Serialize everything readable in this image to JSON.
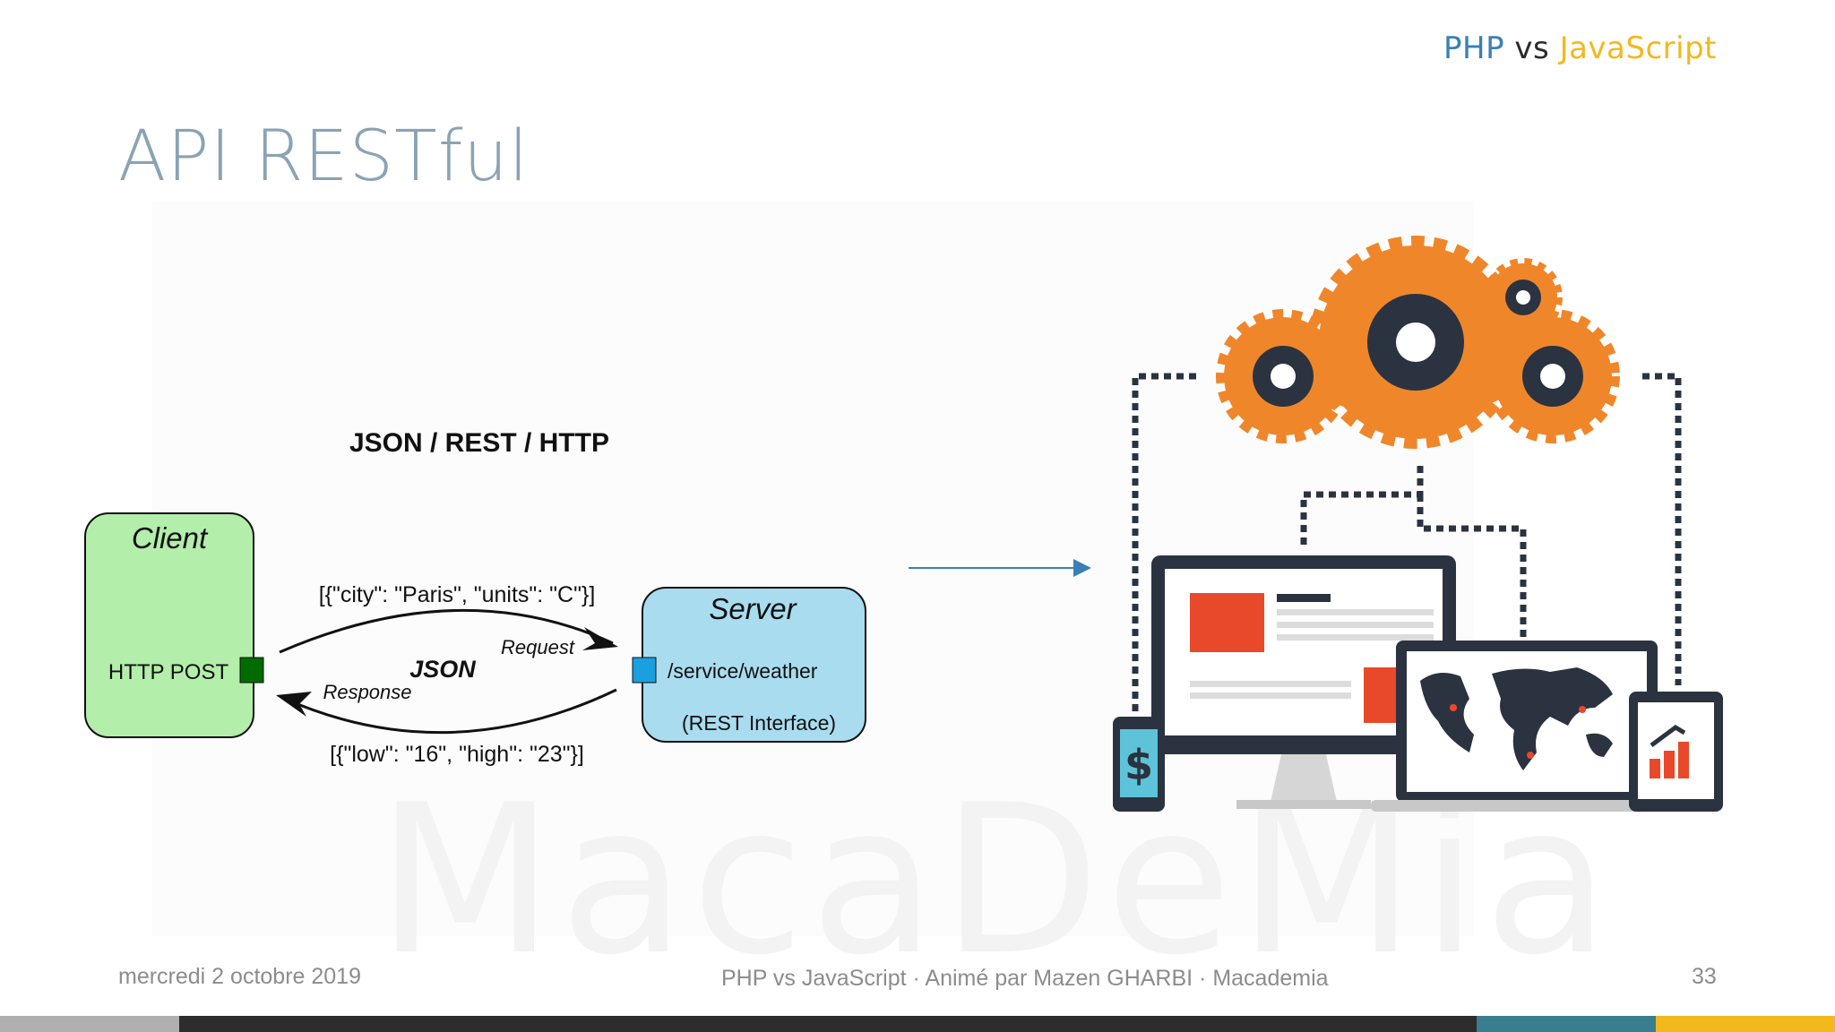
{
  "header": {
    "brand_php": "PHP",
    "brand_vs": "vs",
    "brand_js": "JavaScript"
  },
  "slide": {
    "title": "API RESTful"
  },
  "watermark": "MacaDeMia",
  "diagram": {
    "heading": "JSON / REST / HTTP",
    "client_title": "Client",
    "client_label": "HTTP POST",
    "server_title": "Server",
    "server_path": "/service/weather",
    "server_interface": "(REST Interface)",
    "request_payload": "[{\"city\": \"Paris\", \"units\": \"C\"}]",
    "response_payload": "[{\"low\": \"16\", \"high\": \"23\"}]",
    "request_label": "Request",
    "response_label": "Response",
    "format_label": "JSON",
    "colors": {
      "client_fill": "#b3eeaa",
      "server_fill": "#a9dcef",
      "client_port": "#006b00",
      "server_port": "#1aa0e0"
    }
  },
  "illustration": {
    "icons": [
      "gears-icon",
      "desktop-monitor-icon",
      "laptop-world-map-icon",
      "phone-dollar-icon",
      "tablet-chart-icon"
    ],
    "gear_color": "#f0862a"
  },
  "footer": {
    "date": "mercredi 2 octobre 2019",
    "center": "PHP vs JavaScript · Animé par Mazen GHARBI · Macademia",
    "page": "33"
  },
  "bar_colors": [
    "#b0b0b0",
    "#2d2d2d",
    "#3a7d8f",
    "#f2b81e"
  ]
}
